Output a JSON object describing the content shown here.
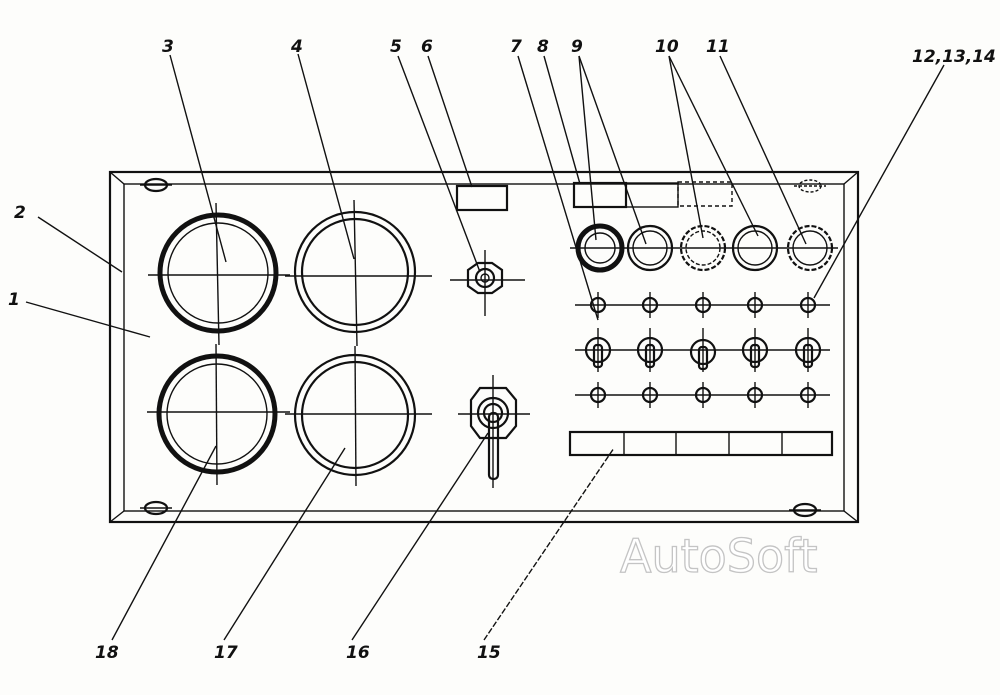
{
  "labels": {
    "l1": "1",
    "l2": "2",
    "l3": "3",
    "l4": "4",
    "l5": "5",
    "l6": "6",
    "l7": "7",
    "l8": "8",
    "l9": "9",
    "l10": "10",
    "l11": "11",
    "l12": "12,13,14",
    "l15": "15",
    "l16": "16",
    "l17": "17",
    "l18": "18"
  },
  "watermark": "AutoSoft",
  "colors": {
    "ink": "#111111",
    "paper": "#fdfdfb",
    "watermark": "#c4c4c4"
  },
  "icons": [
    "mounting-screw-icon",
    "gauge-icon",
    "hex-nut-icon",
    "signal-lamp-icon",
    "toggle-switch-icon",
    "key-switch-icon",
    "fuse-block-icon"
  ]
}
